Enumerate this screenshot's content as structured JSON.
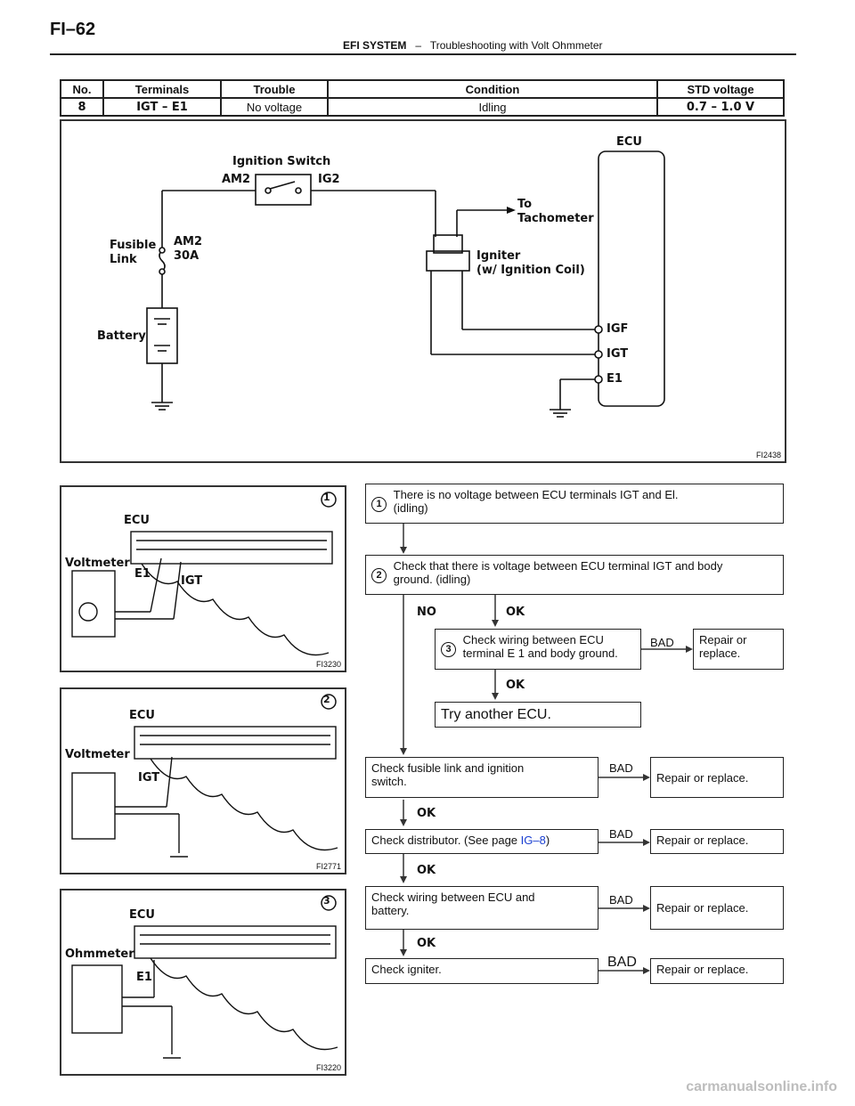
{
  "page": {
    "id": "FI–62"
  },
  "header": {
    "section": "EFI SYSTEM",
    "separator": "–",
    "subtitle": "Troubleshooting with Volt Ohmmeter"
  },
  "table": {
    "headers": {
      "no": "No.",
      "terminals": "Terminals",
      "trouble": "Trouble",
      "condition": "Condition",
      "std": "STD voltage"
    },
    "row": {
      "no": "8",
      "terminals": "IGT – E1",
      "trouble": "No voltage",
      "condition": "Idling",
      "std": "0.7 – 1.0 V"
    }
  },
  "wiring": {
    "ecu": "ECU",
    "ignition_switch": "Ignition Switch",
    "am2": "AM2",
    "ig2": "IG2",
    "to": "To",
    "tachometer": "Tachometer",
    "fusible": "Fusible",
    "link": "Link",
    "fuse_name": "AM2",
    "fuse_rating": "30A",
    "battery": "Battery",
    "igniter": "Igniter",
    "igniter_note": "(w/ Ignition Coil)",
    "igf": "IGF",
    "igt": "IGT",
    "e1": "E1",
    "code": "FI2438"
  },
  "figures": [
    {
      "num": "1",
      "ecu": "ECU",
      "meter": "Voltmeter",
      "e1": "E1",
      "igt": "IGT",
      "code": "FI3230"
    },
    {
      "num": "2",
      "ecu": "ECU",
      "meter": "Voltmeter",
      "igt": "IGT",
      "code": "FI2771"
    },
    {
      "num": "3",
      "ecu": "ECU",
      "meter": "Ohmmeter",
      "e1": "E1",
      "code": "FI3220"
    }
  ],
  "flow": {
    "step1": {
      "num": "1",
      "text1": "There is no voltage between ECU terminals IGT and El.",
      "text2": "(idling)"
    },
    "step2": {
      "num": "2",
      "text1": "Check that there is voltage between ECU terminal IGT and body",
      "text2": "ground. (idling)"
    },
    "no": "NO",
    "ok": "OK",
    "bad": "BAD",
    "step3": {
      "num": "3",
      "text1": "Check wiring between ECU",
      "text2": "terminal E 1 and body ground."
    },
    "repair_short1": "Repair or",
    "repair_short2": "replace.",
    "try_ecu": "Try another ECU.",
    "fusible1": "Check fusible link and ignition",
    "fusible2": "switch.",
    "repair": "Repair or replace.",
    "distributor_pre": "Check distributor. (See page ",
    "distributor_link": "IG–8",
    "distributor_post": ")",
    "wiring1": "Check wiring between ECU and",
    "wiring2": "battery.",
    "igniter": "Check igniter."
  },
  "watermark": "carmanualsonline.info"
}
